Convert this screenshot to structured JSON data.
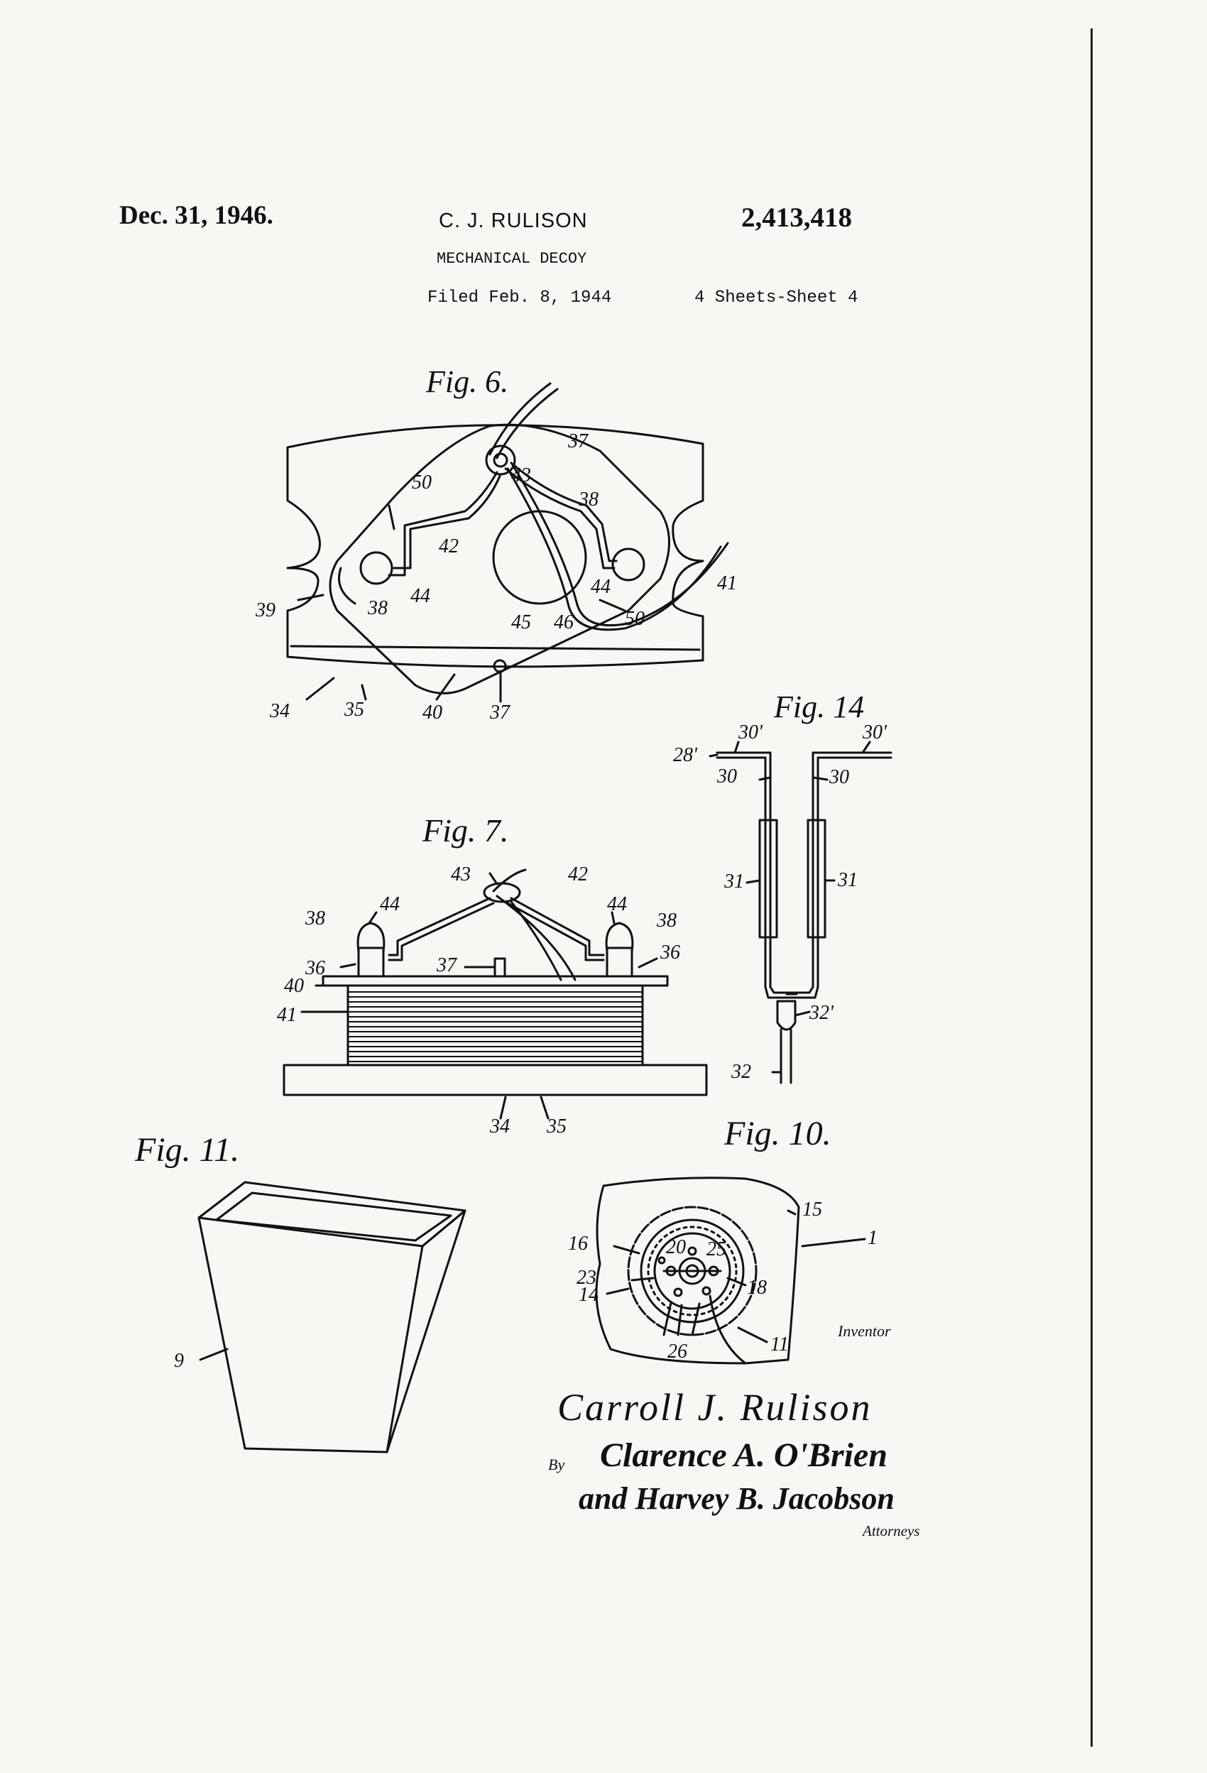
{
  "header": {
    "date": "Dec. 31, 1946.",
    "inventor": "C. J. RULISON",
    "patent_number": "2,413,418",
    "title": "MECHANICAL DECOY",
    "filed": "Filed Feb. 8, 1944",
    "sheets": "4 Sheets-Sheet 4"
  },
  "figures": {
    "fig6": {
      "caption": "Fig. 6.",
      "refs": [
        "37",
        "43",
        "50",
        "38",
        "42",
        "44",
        "38",
        "44",
        "45",
        "46",
        "50",
        "41",
        "39",
        "34",
        "35",
        "40",
        "37"
      ]
    },
    "fig7": {
      "caption": "Fig. 7.",
      "refs": [
        "43",
        "42",
        "44",
        "44",
        "38",
        "38",
        "36",
        "36",
        "37",
        "40",
        "41",
        "34",
        "35"
      ]
    },
    "fig14": {
      "caption": "Fig. 14",
      "refs": [
        "30'",
        "30'",
        "28'",
        "30",
        "30",
        "31",
        "31",
        "32'",
        "32"
      ]
    },
    "fig11": {
      "caption": "Fig. 11.",
      "refs": [
        "9"
      ]
    },
    "fig10": {
      "caption": "Fig. 10.",
      "refs": [
        "15",
        "1",
        "16",
        "20",
        "25",
        "23",
        "18",
        "14",
        "26",
        "11"
      ]
    }
  },
  "signature": {
    "inventor_label": "Inventor",
    "inventor_name": "Carroll J. Rulison",
    "by_label": "By",
    "attorney_line1": "Clarence A. O'Brien",
    "attorney_line2": "and Harvey B. Jacobson",
    "attorneys_label": "Attorneys"
  }
}
